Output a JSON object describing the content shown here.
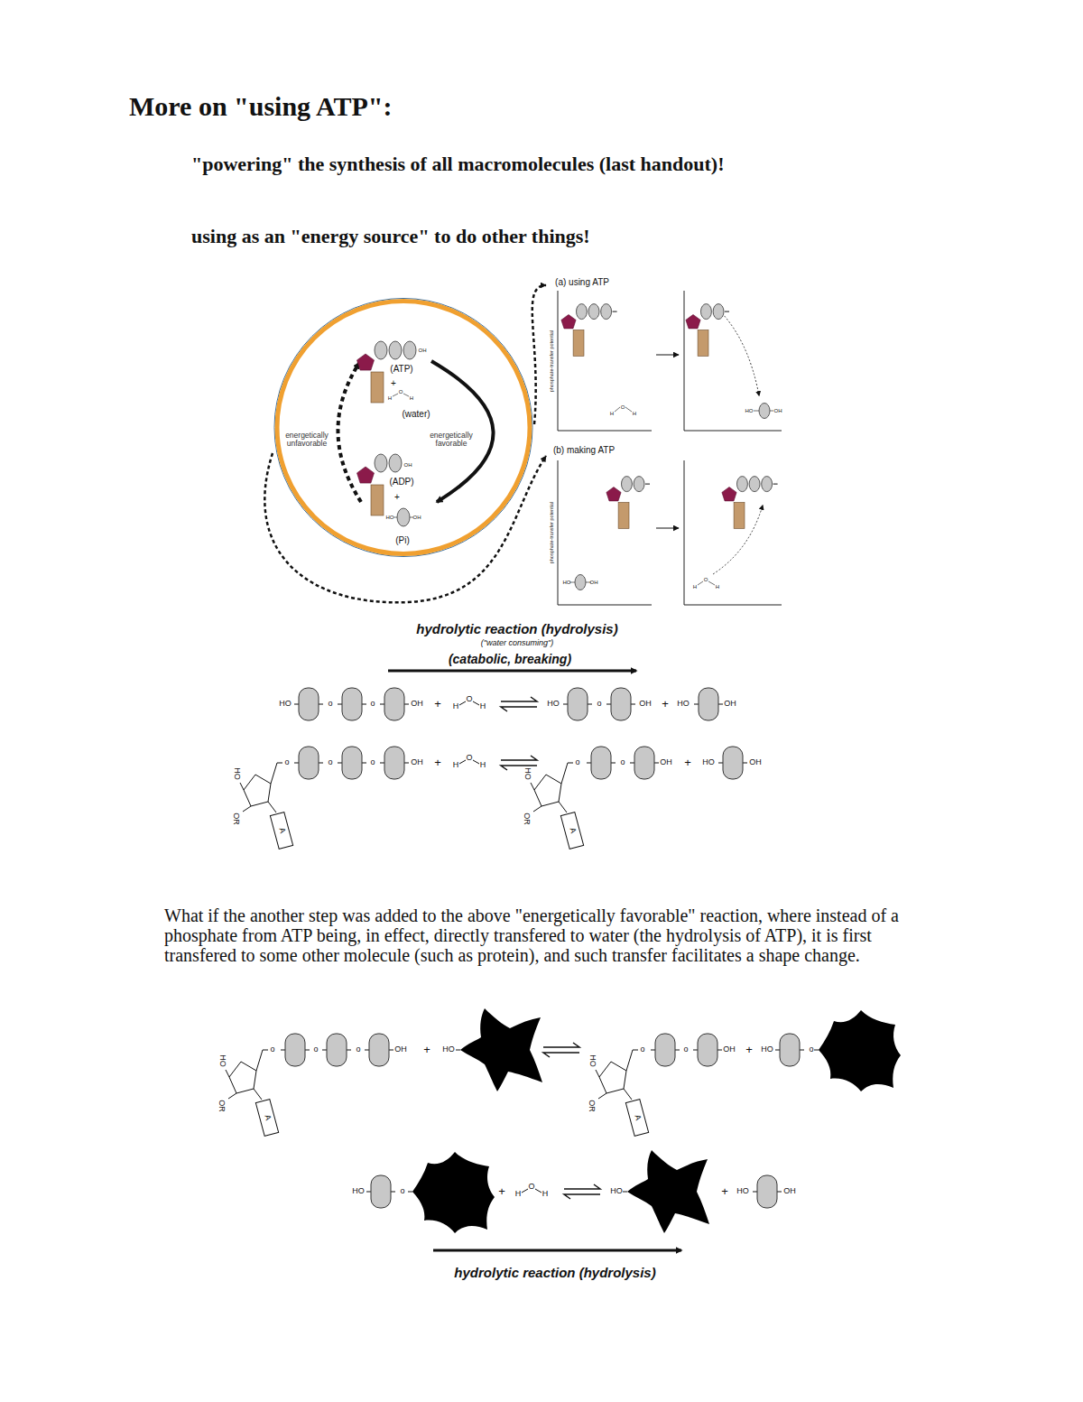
{
  "diagram": {
    "title": "More on \"using ATP\":",
    "nodes": [
      {
        "text": [
          "OH",
          "(ATP)",
          "+",
          "H",
          "O",
          "H",
          "(water)",
          "energetically unfavorable",
          "energetically favorable",
          "OH",
          "(ADP)",
          "+",
          "HO",
          "OH",
          "(Pi)"
        ]
      },
      {
        "text": [
          "(a) using ATP",
          "phosphate-transfer potential",
          "H",
          "O",
          "H"
        ]
      },
      {
        "text": [
          "HO",
          "OH"
        ]
      },
      {
        "text": [
          "(b) making ATP",
          "phosphate-transfer potential",
          "HO",
          "OH"
        ]
      },
      {
        "text": [
          "H",
          "O",
          "H"
        ]
      }
    ],
    "edges": [
      {
        "from": 0,
        "to": 1,
        "arrow": "to"
      },
      {
        "from": 0,
        "to": 3,
        "arrow": "to"
      },
      {
        "from": 1,
        "to": 2,
        "arrow": "to"
      },
      {
        "from": 3,
        "to": 4,
        "arrow": "to"
      }
    ],
    "labels": [
      "\"powering\" the synthesis of all macromolecules (last handout)!",
      "using as an \"energy source\" to do other things!",
      "hydrolytic reaction (hydrolysis)",
      "(\"water consuming\")",
      "(catabolic, breaking)",
      "HO",
      "o",
      "o",
      "OH",
      "+",
      "H",
      "O",
      "H",
      "HO",
      "o",
      "OH",
      "+",
      "HO",
      "OH",
      "HO",
      "OR",
      "A",
      "o",
      "o",
      "o",
      "OH",
      "+",
      "H",
      "O",
      "H",
      "HO",
      "OR",
      "A",
      "o",
      "o",
      "OH",
      "+",
      "HO",
      "OH",
      "What if the another step was added to the above \"energetically favorable\" reaction, where instead of a phosphate from ATP being, in effect, directly transfered to water (the hydrolysis of ATP), it is first transfered to some other molecule (such as protein), and such transfer facilitates a shape change.",
      "HO",
      "OR",
      "A",
      "o",
      "o",
      "o",
      "OH",
      "+",
      "HO",
      "HO",
      "OR",
      "A",
      "o",
      "o",
      "OH",
      "+",
      "HO",
      "o",
      "HO",
      "o",
      "+",
      "H",
      "O",
      "H",
      "HO",
      "+",
      "HO",
      "OH",
      "hydrolytic reaction (hydrolysis)"
    ]
  }
}
